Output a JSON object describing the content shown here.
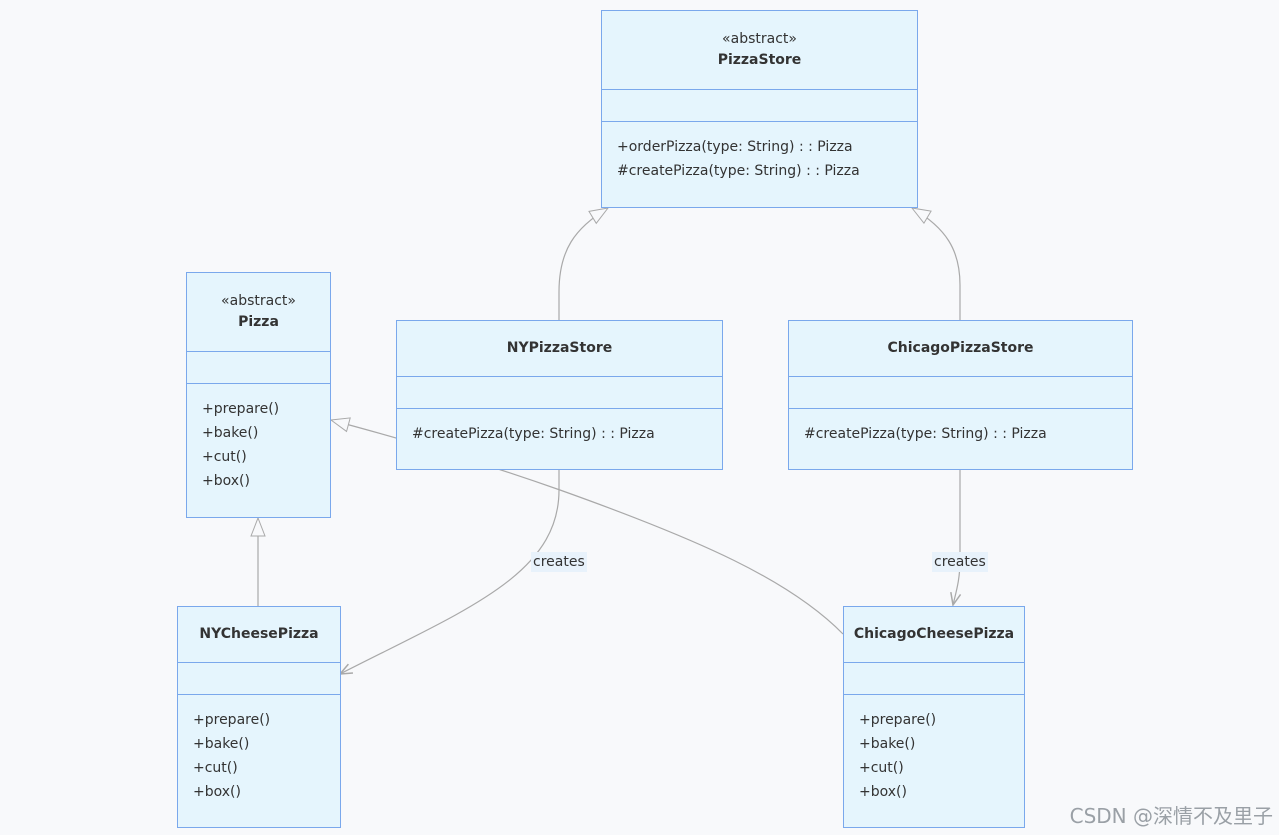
{
  "classes": {
    "pizza_store": {
      "stereotype": "«abstract»",
      "name": "PizzaStore",
      "methods": [
        "+orderPizza(type: String) : : Pizza",
        "#createPizza(type: String) : : Pizza"
      ]
    },
    "pizza": {
      "stereotype": "«abstract»",
      "name": "Pizza",
      "methods": [
        "+prepare()",
        "+bake()",
        "+cut()",
        "+box()"
      ]
    },
    "ny_pizza_store": {
      "name": "NYPizzaStore",
      "methods": [
        "#createPizza(type: String) : : Pizza"
      ]
    },
    "chicago_pizza_store": {
      "name": "ChicagoPizzaStore",
      "methods": [
        "#createPizza(type: String) : : Pizza"
      ]
    },
    "ny_cheese_pizza": {
      "name": "NYCheesePizza",
      "methods": [
        "+prepare()",
        "+bake()",
        "+cut()",
        "+box()"
      ]
    },
    "chicago_cheese_pizza": {
      "name": "ChicagoCheesePizza",
      "methods": [
        "+prepare()",
        "+bake()",
        "+cut()",
        "+box()"
      ]
    }
  },
  "relations": {
    "ny_creates_label": "creates",
    "chicago_creates_label": "creates"
  },
  "watermark": "CSDN @深情不及里子",
  "colors": {
    "class_fill": "#e5f5fd",
    "class_border": "#7aa8ec",
    "edge": "#a9a9a9",
    "background": "#f8f9fb"
  }
}
